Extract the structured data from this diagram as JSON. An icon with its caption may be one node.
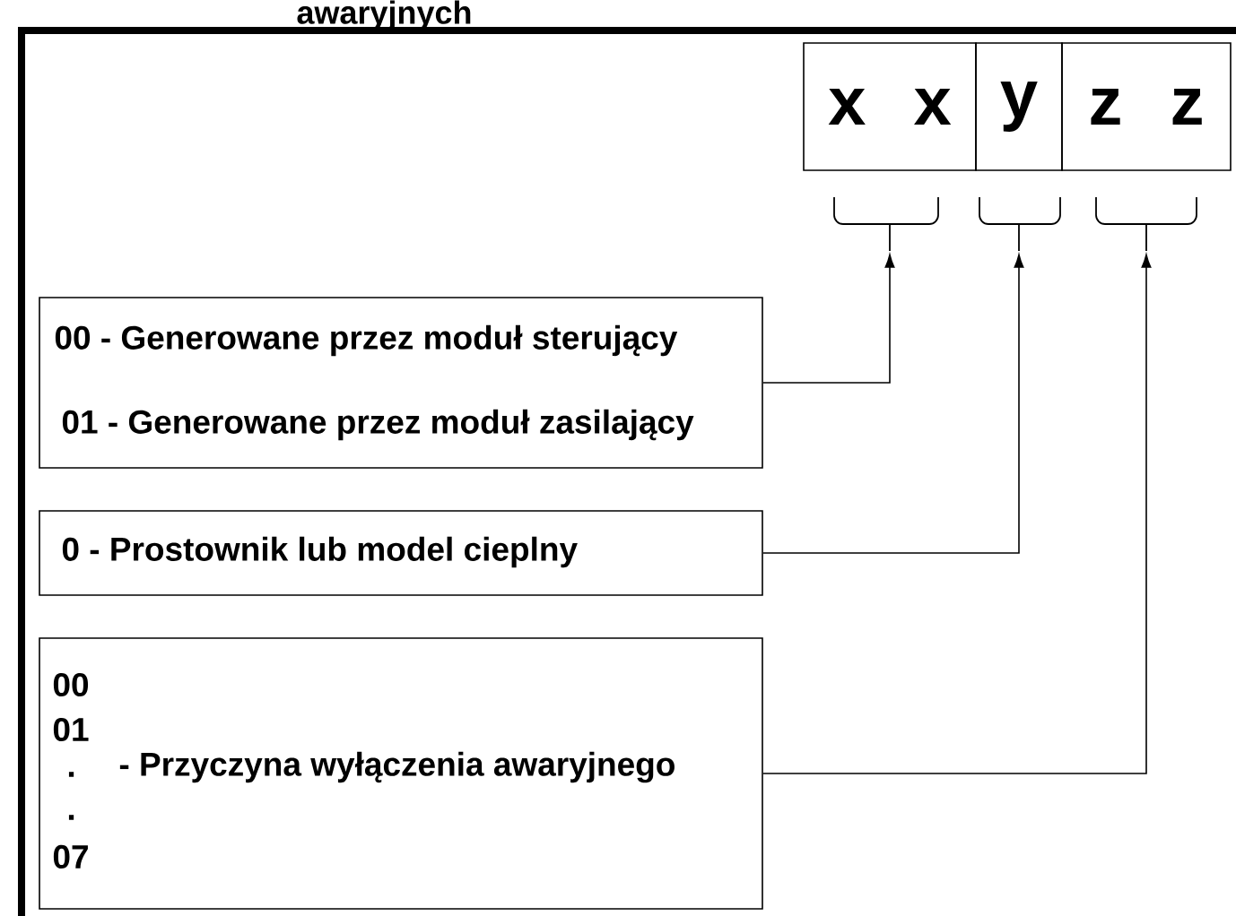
{
  "diagram": {
    "nodes": [
      {
        "text": [
          "x x"
        ]
      },
      {
        "text": [
          "y"
        ]
      },
      {
        "text": [
          "z z"
        ]
      },
      {
        "text": [
          "00 - Generowane przez moduł sterujący",
          "01 - Generowane przez moduł zasilający"
        ]
      },
      {
        "text": [
          "0 - Prostownik lub model cieplny"
        ]
      },
      {
        "text": [
          "00",
          "01",
          ".",
          ".",
          "07",
          "- Przyczyna wyłączenia awaryjnego"
        ]
      }
    ],
    "edges": [
      {
        "from": 3,
        "to": 0,
        "arrow": "to"
      },
      {
        "from": 4,
        "to": 1,
        "arrow": "to"
      },
      {
        "from": 5,
        "to": 2,
        "arrow": "to"
      }
    ],
    "labels": [
      "awaryjnych"
    ]
  }
}
